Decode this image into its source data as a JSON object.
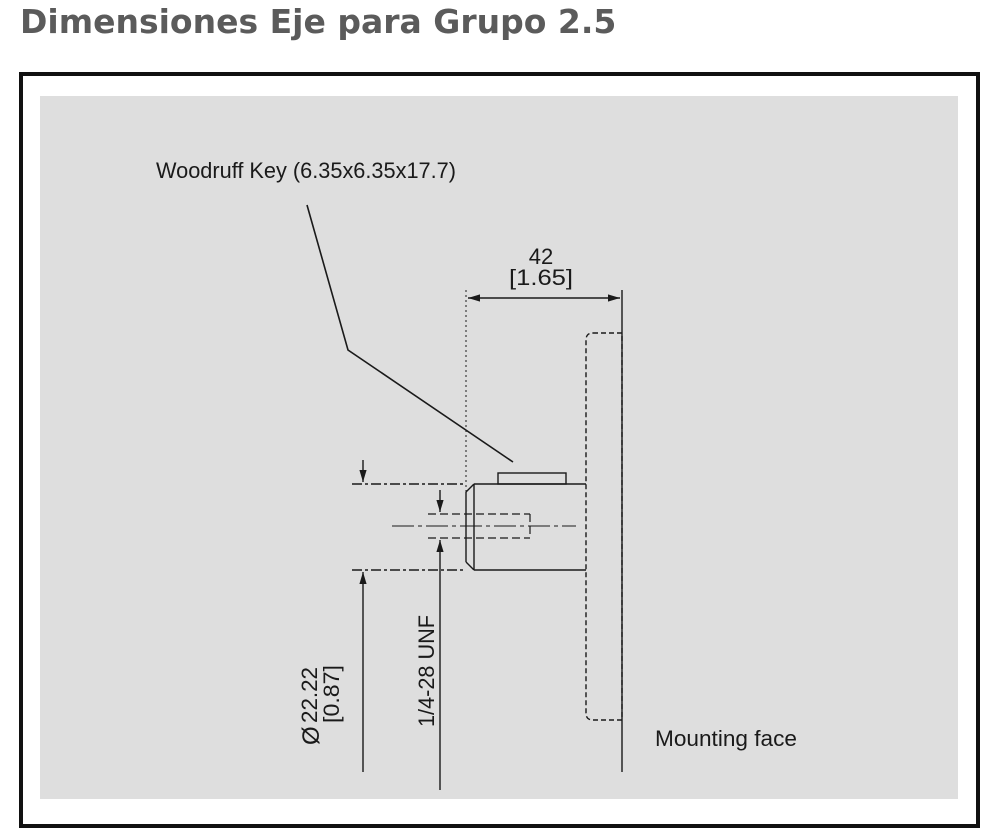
{
  "header": {
    "title": "Dimensiones Eje para Grupo 2.5"
  },
  "drawing": {
    "key_label": "Woodruff Key (6.35x6.35x17.7)",
    "length_mm": "42",
    "length_in": "[1.65]",
    "diameter_symbol": "Ø",
    "diameter_mm": "22.22",
    "diameter_in": "[0.87]",
    "thread_label": "1/4-28 UNF",
    "mounting_label": "Mounting face"
  }
}
